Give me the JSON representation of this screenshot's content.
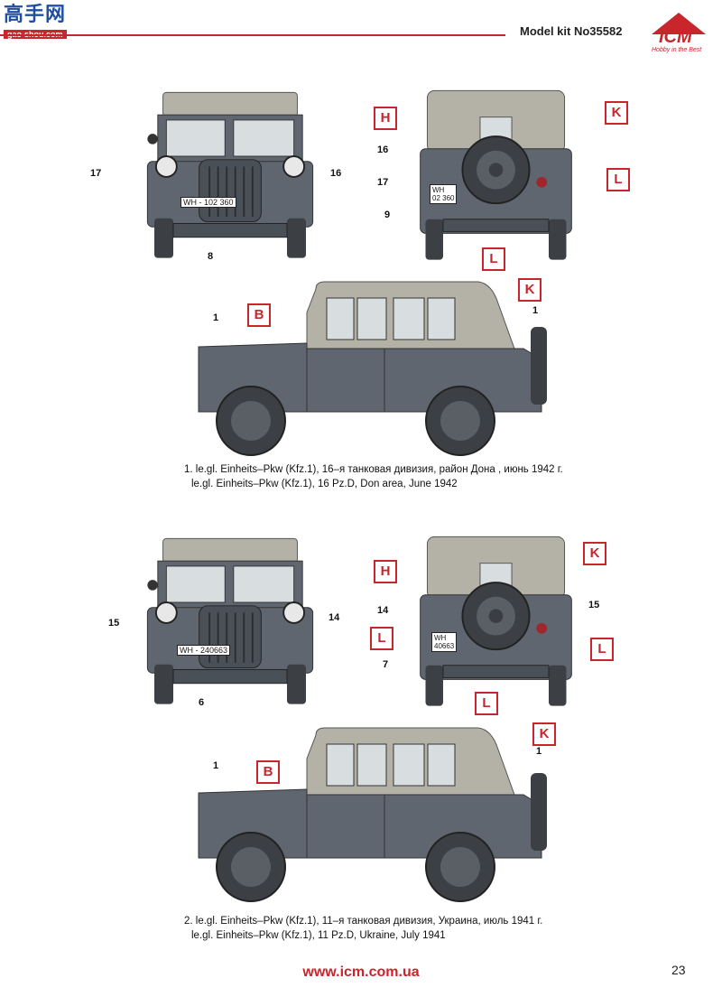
{
  "header": {
    "model_kit": "Model kit No35582",
    "logo_text": "ICM",
    "logo_tagline": "Hobby in the Best",
    "watermark_main": "高手网",
    "watermark_sub": "gao-shou.com"
  },
  "scheme1": {
    "front": {
      "plate": "WH - 102 360",
      "labels": [
        "17",
        "16",
        "8"
      ]
    },
    "rear": {
      "plate_line1": "WH",
      "plate_line2": "02 360",
      "labels": [
        "16",
        "17",
        "9"
      ],
      "callouts": [
        "H",
        "K",
        "L",
        "L"
      ]
    },
    "side": {
      "labels": [
        "1",
        "1"
      ],
      "callouts": [
        "B",
        "K"
      ]
    },
    "caption_ru": "1. le.gl. Einheits–Pkw (Kfz.1), 16–я танковая дивизия, район Дона , июнь 1942 г.",
    "caption_en": "le.gl. Einheits–Pkw (Kfz.1), 16 Pz.D, Don area, June 1942"
  },
  "scheme2": {
    "front": {
      "plate": "WH - 240663",
      "labels": [
        "15",
        "14",
        "6"
      ]
    },
    "rear": {
      "plate_line1": "WH",
      "plate_line2": "40663",
      "labels": [
        "14",
        "15",
        "7"
      ],
      "callouts": [
        "H",
        "K",
        "L",
        "L",
        "L"
      ]
    },
    "side": {
      "labels": [
        "1",
        "1"
      ],
      "callouts": [
        "B",
        "K"
      ]
    },
    "caption_ru": "2. le.gl. Einheits–Pkw (Kfz.1), 11–я танковая дивизия, Украина, июль 1941 г.",
    "caption_en": "le.gl. Einheits–Pkw (Kfz.1), 11 Pz.D, Ukraine, July 1941"
  },
  "footer": {
    "url": "www.icm.com.ua",
    "page_number": "23"
  },
  "colors": {
    "accent": "#c9252c",
    "body_grey": "#5f6670",
    "canvas": "#b4b1a6",
    "tire": "#3c3f44"
  }
}
